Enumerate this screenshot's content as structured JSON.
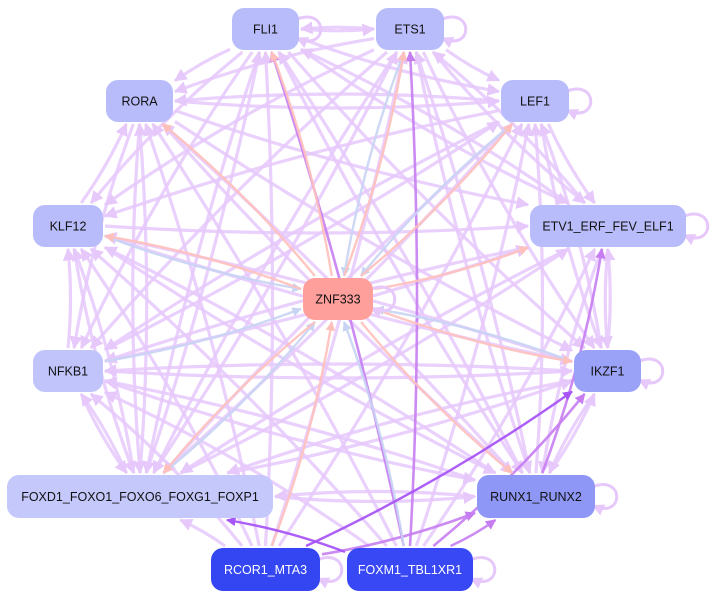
{
  "title": "",
  "colors": {
    "background": "#ffffff",
    "edge_violet": "#e6c8fb",
    "edge_strong_violet": "#c77df2",
    "edge_pink": "#ffc0bb",
    "edge_blue": "#c8d4f4",
    "edge_dark": "#a855f7"
  },
  "nodes": [
    {
      "id": "FLI1",
      "label": "FLI1",
      "fill": "#b8bcfa",
      "text": "#111111"
    },
    {
      "id": "ETS1",
      "label": "ETS1",
      "fill": "#b8bcfa",
      "text": "#111111"
    },
    {
      "id": "RORA",
      "label": "RORA",
      "fill": "#b8bcfa",
      "text": "#111111"
    },
    {
      "id": "LEF1",
      "label": "LEF1",
      "fill": "#b8bcfa",
      "text": "#111111"
    },
    {
      "id": "KLF12",
      "label": "KLF12",
      "fill": "#b8bcfa",
      "text": "#111111"
    },
    {
      "id": "ETV1_ERF_FEV_ELF1",
      "label": "ETV1_ERF_FEV_ELF1",
      "fill": "#b8bcfa",
      "text": "#111111"
    },
    {
      "id": "ZNF333",
      "label": "ZNF333",
      "fill": "#ff9f9b",
      "text": "#111111"
    },
    {
      "id": "NFKB1",
      "label": "NFKB1",
      "fill": "#c0c4fb",
      "text": "#111111"
    },
    {
      "id": "IKZF1",
      "label": "IKZF1",
      "fill": "#9aa2f8",
      "text": "#111111"
    },
    {
      "id": "FOXD1_FOXO1_FOXO6_FOXG1_FOXP1",
      "label": "FOXD1_FOXO1_FOXO6_FOXG1_FOXP1",
      "fill": "#c4c8fb",
      "text": "#111111"
    },
    {
      "id": "RUNX1_RUNX2",
      "label": "RUNX1_RUNX2",
      "fill": "#8e97f6",
      "text": "#111111"
    },
    {
      "id": "RCOR1_MTA3",
      "label": "RCOR1_MTA3",
      "fill": "#3346f2",
      "text": "#ffffff"
    },
    {
      "id": "FOXM1_TBL1XR1",
      "label": "FOXM1_TBL1XR1",
      "fill": "#3848f4",
      "text": "#ffffff"
    }
  ],
  "edges": [
    {
      "from": "FOXM1_TBL1XR1",
      "to": "FLI1",
      "type": "strong"
    },
    {
      "from": "FOXM1_TBL1XR1",
      "to": "ETS1",
      "type": "strong"
    },
    {
      "from": "RCOR1_MTA3",
      "to": "IKZF1",
      "type": "dark"
    },
    {
      "from": "FOXM1_TBL1XR1",
      "to": "FOXD1_FOXO1_FOXO6_FOXG1_FOXP1",
      "type": "dark"
    },
    {
      "from": "RCOR1_MTA3",
      "to": "RUNX1_RUNX2",
      "type": "strong"
    },
    {
      "from": "FOXM1_TBL1XR1",
      "to": "RUNX1_RUNX2",
      "type": "strong"
    },
    {
      "from": "RUNX1_RUNX2",
      "to": "ETV1_ERF_FEV_ELF1",
      "type": "strong"
    },
    {
      "from": "RUNX1_RUNX2",
      "to": "LEF1",
      "type": "violet"
    },
    {
      "from": "FOXM1_TBL1XR1",
      "to": "IKZF1",
      "type": "strong"
    },
    {
      "from": "RCOR1_MTA3",
      "to": "FLI1",
      "type": "violet"
    },
    {
      "from": "RCOR1_MTA3",
      "to": "ETS1",
      "type": "violet"
    },
    {
      "from": "RCOR1_MTA3",
      "to": "RORA",
      "type": "violet"
    },
    {
      "from": "RCOR1_MTA3",
      "to": "LEF1",
      "type": "violet"
    },
    {
      "from": "RCOR1_MTA3",
      "to": "KLF12",
      "type": "violet"
    },
    {
      "from": "RCOR1_MTA3",
      "to": "NFKB1",
      "type": "violet"
    },
    {
      "from": "RCOR1_MTA3",
      "to": "FOXD1_FOXO1_FOXO6_FOXG1_FOXP1",
      "type": "violet"
    },
    {
      "from": "FOXM1_TBL1XR1",
      "to": "RORA",
      "type": "violet"
    },
    {
      "from": "FOXM1_TBL1XR1",
      "to": "LEF1",
      "type": "violet"
    },
    {
      "from": "FOXM1_TBL1XR1",
      "to": "KLF12",
      "type": "violet"
    },
    {
      "from": "FOXM1_TBL1XR1",
      "to": "NFKB1",
      "type": "violet"
    },
    {
      "from": "FOXM1_TBL1XR1",
      "to": "ETV1_ERF_FEV_ELF1",
      "type": "violet"
    },
    {
      "from": "FOXM1_TBL1XR1",
      "to": "ZNF333",
      "type": "blue"
    },
    {
      "from": "RCOR1_MTA3",
      "to": "ZNF333",
      "type": "pink"
    },
    {
      "from": "FLI1",
      "to": "ETS1",
      "type": "violet"
    },
    {
      "from": "ETS1",
      "to": "FLI1",
      "type": "violet"
    },
    {
      "from": "FLI1",
      "to": "RORA",
      "type": "violet"
    },
    {
      "from": "FLI1",
      "to": "LEF1",
      "type": "violet"
    },
    {
      "from": "FLI1",
      "to": "ETV1_ERF_FEV_ELF1",
      "type": "violet"
    },
    {
      "from": "FLI1",
      "to": "IKZF1",
      "type": "violet"
    },
    {
      "from": "FLI1",
      "to": "RUNX1_RUNX2",
      "type": "violet"
    },
    {
      "from": "FLI1",
      "to": "FOXD1_FOXO1_FOXO6_FOXG1_FOXP1",
      "type": "violet"
    },
    {
      "from": "FLI1",
      "to": "NFKB1",
      "type": "violet"
    },
    {
      "from": "FLI1",
      "to": "KLF12",
      "type": "violet"
    },
    {
      "from": "ETS1",
      "to": "RORA",
      "type": "violet"
    },
    {
      "from": "ETS1",
      "to": "LEF1",
      "type": "violet"
    },
    {
      "from": "ETS1",
      "to": "ETV1_ERF_FEV_ELF1",
      "type": "violet"
    },
    {
      "from": "ETS1",
      "to": "IKZF1",
      "type": "violet"
    },
    {
      "from": "ETS1",
      "to": "RUNX1_RUNX2",
      "type": "violet"
    },
    {
      "from": "ETS1",
      "to": "FOXD1_FOXO1_FOXO6_FOXG1_FOXP1",
      "type": "violet"
    },
    {
      "from": "ETS1",
      "to": "NFKB1",
      "type": "violet"
    },
    {
      "from": "ETS1",
      "to": "KLF12",
      "type": "violet"
    },
    {
      "from": "RORA",
      "to": "LEF1",
      "type": "violet"
    },
    {
      "from": "RORA",
      "to": "ETV1_ERF_FEV_ELF1",
      "type": "violet"
    },
    {
      "from": "RORA",
      "to": "IKZF1",
      "type": "violet"
    },
    {
      "from": "RORA",
      "to": "RUNX1_RUNX2",
      "type": "violet"
    },
    {
      "from": "RORA",
      "to": "FOXD1_FOXO1_FOXO6_FOXG1_FOXP1",
      "type": "violet"
    },
    {
      "from": "RORA",
      "to": "NFKB1",
      "type": "violet"
    },
    {
      "from": "LEF1",
      "to": "RORA",
      "type": "violet"
    },
    {
      "from": "LEF1",
      "to": "KLF12",
      "type": "violet"
    },
    {
      "from": "LEF1",
      "to": "NFKB1",
      "type": "violet"
    },
    {
      "from": "LEF1",
      "to": "FOXD1_FOXO1_FOXO6_FOXG1_FOXP1",
      "type": "violet"
    },
    {
      "from": "LEF1",
      "to": "ETV1_ERF_FEV_ELF1",
      "type": "violet"
    },
    {
      "from": "LEF1",
      "to": "IKZF1",
      "type": "violet"
    },
    {
      "from": "KLF12",
      "to": "ETV1_ERF_FEV_ELF1",
      "type": "violet"
    },
    {
      "from": "KLF12",
      "to": "IKZF1",
      "type": "violet"
    },
    {
      "from": "KLF12",
      "to": "RUNX1_RUNX2",
      "type": "violet"
    },
    {
      "from": "KLF12",
      "to": "FOXD1_FOXO1_FOXO6_FOXG1_FOXP1",
      "type": "violet"
    },
    {
      "from": "KLF12",
      "to": "RORA",
      "type": "violet"
    },
    {
      "from": "NFKB1",
      "to": "KLF12",
      "type": "violet"
    },
    {
      "from": "NFKB1",
      "to": "ETV1_ERF_FEV_ELF1",
      "type": "violet"
    },
    {
      "from": "NFKB1",
      "to": "IKZF1",
      "type": "violet"
    },
    {
      "from": "NFKB1",
      "to": "RUNX1_RUNX2",
      "type": "violet"
    },
    {
      "from": "NFKB1",
      "to": "FOXD1_FOXO1_FOXO6_FOXG1_FOXP1",
      "type": "violet"
    },
    {
      "from": "NFKB1",
      "to": "LEF1",
      "type": "violet"
    },
    {
      "from": "IKZF1",
      "to": "LEF1",
      "type": "violet"
    },
    {
      "from": "IKZF1",
      "to": "ETV1_ERF_FEV_ELF1",
      "type": "violet"
    },
    {
      "from": "IKZF1",
      "to": "FOXD1_FOXO1_FOXO6_FOXG1_FOXP1",
      "type": "violet"
    },
    {
      "from": "IKZF1",
      "to": "NFKB1",
      "type": "violet"
    },
    {
      "from": "IKZF1",
      "to": "KLF12",
      "type": "violet"
    },
    {
      "from": "IKZF1",
      "to": "RUNX1_RUNX2",
      "type": "violet"
    },
    {
      "from": "RUNX1_RUNX2",
      "to": "IKZF1",
      "type": "violet"
    },
    {
      "from": "RUNX1_RUNX2",
      "to": "FOXD1_FOXO1_FOXO6_FOXG1_FOXP1",
      "type": "violet"
    },
    {
      "from": "RUNX1_RUNX2",
      "to": "NFKB1",
      "type": "violet"
    },
    {
      "from": "RUNX1_RUNX2",
      "to": "KLF12",
      "type": "violet"
    },
    {
      "from": "RUNX1_RUNX2",
      "to": "RORA",
      "type": "violet"
    },
    {
      "from": "RUNX1_RUNX2",
      "to": "FLI1",
      "type": "violet"
    },
    {
      "from": "RUNX1_RUNX2",
      "to": "ETS1",
      "type": "violet"
    },
    {
      "from": "FOXD1_FOXO1_FOXO6_FOXG1_FOXP1",
      "to": "RUNX1_RUNX2",
      "type": "violet"
    },
    {
      "from": "FOXD1_FOXO1_FOXO6_FOXG1_FOXP1",
      "to": "IKZF1",
      "type": "violet"
    },
    {
      "from": "FOXD1_FOXO1_FOXO6_FOXG1_FOXP1",
      "to": "LEF1",
      "type": "violet"
    },
    {
      "from": "FOXD1_FOXO1_FOXO6_FOXG1_FOXP1",
      "to": "ETV1_ERF_FEV_ELF1",
      "type": "violet"
    },
    {
      "from": "FOXD1_FOXO1_FOXO6_FOXG1_FOXP1",
      "to": "FLI1",
      "type": "violet"
    },
    {
      "from": "FOXD1_FOXO1_FOXO6_FOXG1_FOXP1",
      "to": "ETS1",
      "type": "violet"
    },
    {
      "from": "FOXD1_FOXO1_FOXO6_FOXG1_FOXP1",
      "to": "RORA",
      "type": "violet"
    },
    {
      "from": "FOXD1_FOXO1_FOXO6_FOXG1_FOXP1",
      "to": "KLF12",
      "type": "violet"
    },
    {
      "from": "FOXD1_FOXO1_FOXO6_FOXG1_FOXP1",
      "to": "NFKB1",
      "type": "violet"
    },
    {
      "from": "ETV1_ERF_FEV_ELF1",
      "to": "RUNX1_RUNX2",
      "type": "violet"
    },
    {
      "from": "ETV1_ERF_FEV_ELF1",
      "to": "FOXD1_FOXO1_FOXO6_FOXG1_FOXP1",
      "type": "violet"
    },
    {
      "from": "ETV1_ERF_FEV_ELF1",
      "to": "IKZF1",
      "type": "violet"
    },
    {
      "from": "ETV1_ERF_FEV_ELF1",
      "to": "FLI1",
      "type": "violet"
    },
    {
      "from": "ETV1_ERF_FEV_ELF1",
      "to": "ETS1",
      "type": "violet"
    },
    {
      "from": "ETV1_ERF_FEV_ELF1",
      "to": "NFKB1",
      "type": "violet"
    },
    {
      "from": "ZNF333",
      "to": "FLI1",
      "type": "pink"
    },
    {
      "from": "ZNF333",
      "to": "ETS1",
      "type": "pink"
    },
    {
      "from": "ZNF333",
      "to": "RORA",
      "type": "pink"
    },
    {
      "from": "ZNF333",
      "to": "LEF1",
      "type": "pink"
    },
    {
      "from": "ZNF333",
      "to": "ETV1_ERF_FEV_ELF1",
      "type": "pink"
    },
    {
      "from": "ZNF333",
      "to": "IKZF1",
      "type": "pink"
    },
    {
      "from": "ZNF333",
      "to": "RUNX1_RUNX2",
      "type": "pink"
    },
    {
      "from": "ZNF333",
      "to": "FOXD1_FOXO1_FOXO6_FOXG1_FOXP1",
      "type": "pink"
    },
    {
      "from": "ZNF333",
      "to": "KLF12",
      "type": "pink"
    },
    {
      "from": "LEF1",
      "to": "ZNF333",
      "type": "blue"
    },
    {
      "from": "NFKB1",
      "to": "ZNF333",
      "type": "blue"
    },
    {
      "from": "ETS1",
      "to": "ZNF333",
      "type": "blue"
    },
    {
      "from": "KLF12",
      "to": "ZNF333",
      "type": "blue"
    },
    {
      "from": "IKZF1",
      "to": "ZNF333",
      "type": "blue"
    },
    {
      "from": "FOXD1_FOXO1_FOXO6_FOXG1_FOXP1",
      "to": "ZNF333",
      "type": "blue"
    }
  ],
  "self_loops": [
    "FLI1",
    "ETS1",
    "LEF1",
    "ETV1_ERF_FEV_ELF1",
    "ZNF333",
    "IKZF1",
    "RUNX1_RUNX2",
    "RCOR1_MTA3",
    "FOXM1_TBL1XR1"
  ]
}
